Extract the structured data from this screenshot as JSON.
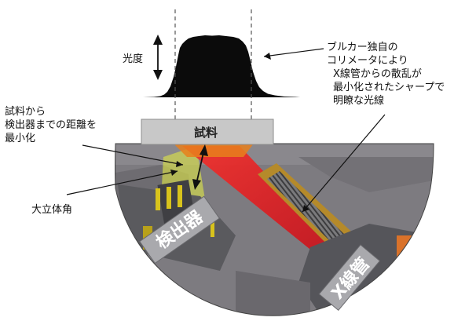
{
  "labels": {
    "intensity": "光度",
    "collimator_lines": [
      "ブルカー独自の",
      "コリメータにより",
      "X線管からの散乱が",
      "最小化されたシャープで",
      "明瞭な光線"
    ],
    "distance_lines": [
      "試料から",
      "検出器までの距離を",
      "最小化"
    ],
    "solid_angle": "大立体角",
    "sample": "試料",
    "detector": "検出器",
    "xray_tube": "X線管"
  },
  "colors": {
    "profile": "#0b0b0b",
    "sample_block": "#c8c8c8",
    "housing": "#7d7b80",
    "beam": "#e8161c",
    "solid_angle_zone": "#d8e04a",
    "collimator": "#b58a2a",
    "accent_orange": "#d9722a",
    "label_block": "#a9a9ad"
  }
}
